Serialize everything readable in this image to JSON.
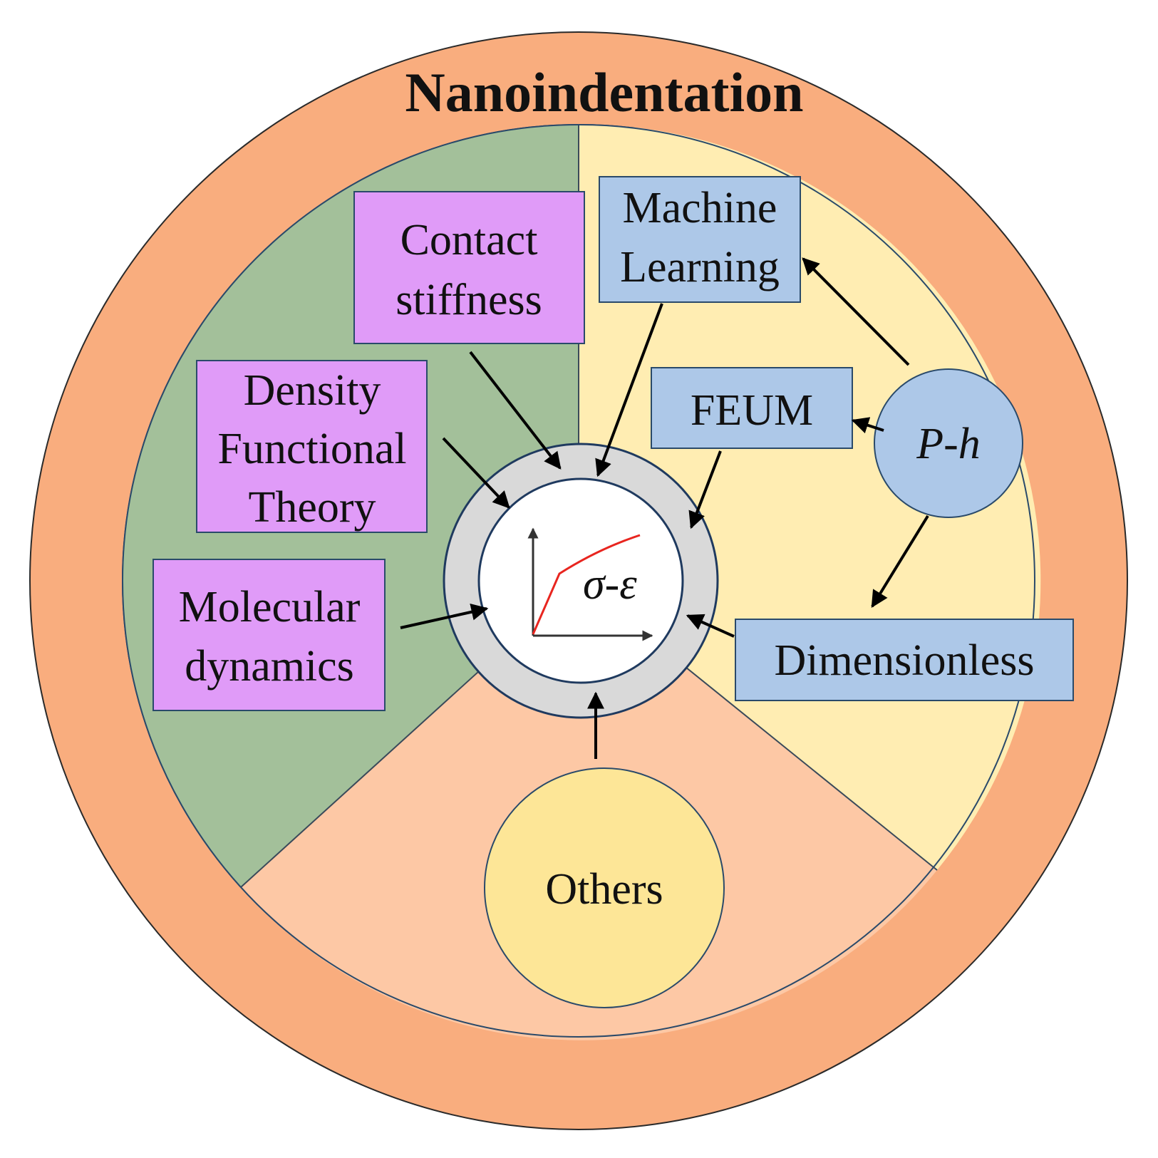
{
  "title": "Nanoindentation",
  "center": {
    "label_sigma": "σ",
    "label_dash": "-",
    "label_epsilon": "ε"
  },
  "boxes": {
    "contact_stiffness": [
      "Contact",
      "stiffness"
    ],
    "dft": [
      "Density",
      "Functional",
      "Theory"
    ],
    "molecular_dynamics": [
      "Molecular",
      "dynamics"
    ],
    "machine_learning": [
      "Machine",
      "Learning"
    ],
    "feum": "FEUM",
    "dimensionless": "Dimensionless"
  },
  "circles": {
    "p_h": "P-h",
    "others": "Others"
  },
  "colors": {
    "outer_ring": "#F9AD7E",
    "green_sector": "#A3C09A",
    "yellow_sector": "#FFEDB2",
    "peach_sector": "#FDC8A5",
    "inner_ring": "#D9D9D9",
    "purple_box": "#E09BF8",
    "blue_box": "#ADC8E8",
    "others_circle": "#FDE697",
    "curve": "#E8251F"
  }
}
